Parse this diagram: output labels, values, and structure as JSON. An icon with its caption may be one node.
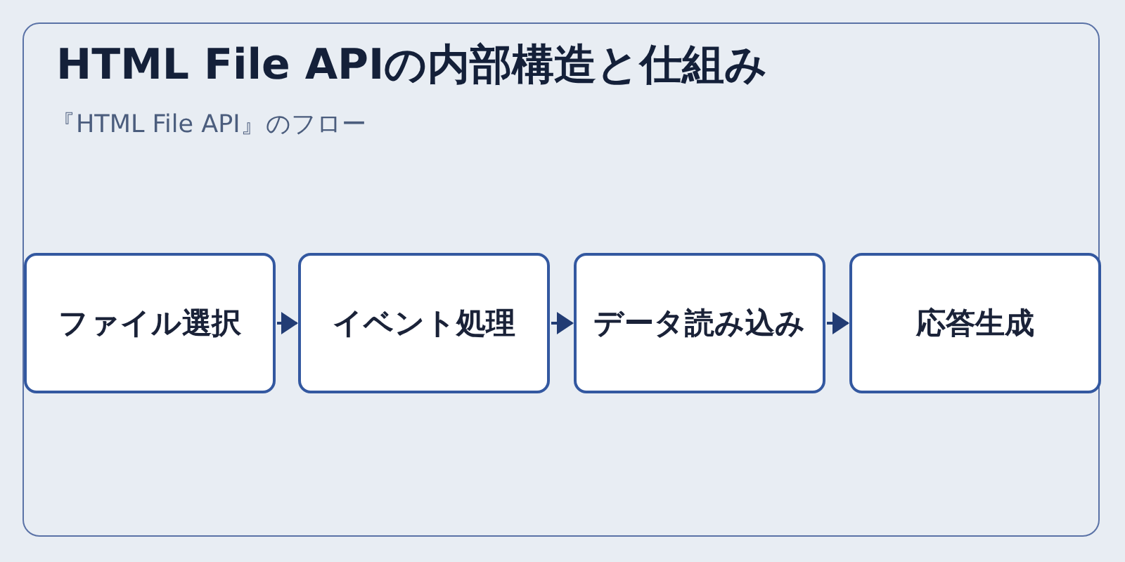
{
  "diagram": {
    "title": "HTML File APIの内部構造と仕組み",
    "nodes": [
      {
        "text": [
          "ファイル選択"
        ]
      },
      {
        "text": [
          "イベント処理"
        ]
      },
      {
        "text": [
          "データ読み込み"
        ]
      },
      {
        "text": [
          "応答生成"
        ]
      }
    ],
    "edges": [
      {
        "from": 0,
        "to": 1,
        "arrow": "to"
      },
      {
        "from": 1,
        "to": 2,
        "arrow": "to"
      },
      {
        "from": 2,
        "to": 3,
        "arrow": "to"
      }
    ],
    "labels": [
      "『HTML File API』のフロー"
    ]
  }
}
